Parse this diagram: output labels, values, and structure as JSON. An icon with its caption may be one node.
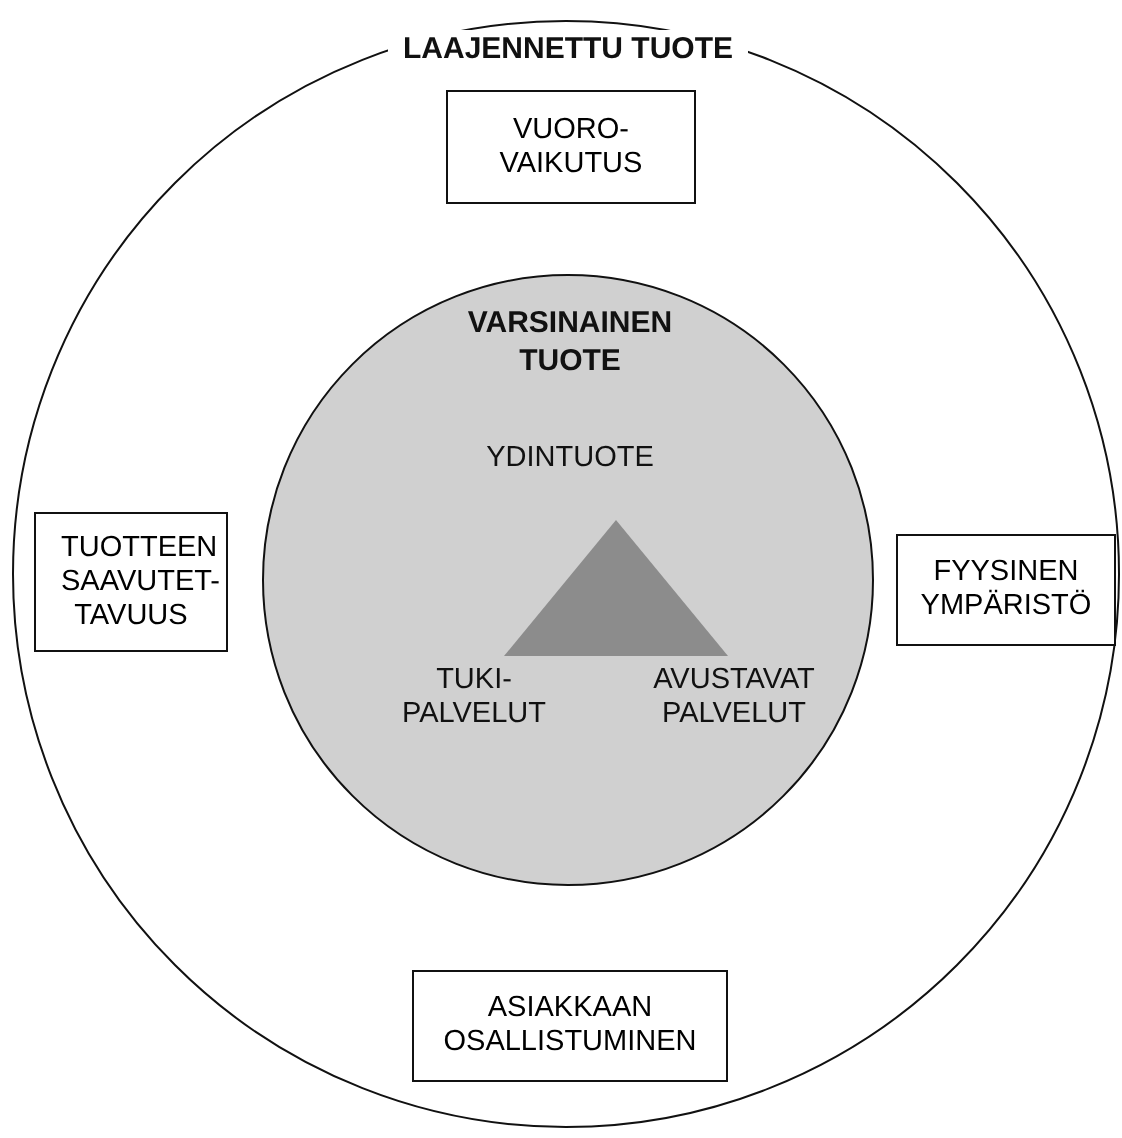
{
  "diagram": {
    "nodes": [
      {
        "text": [
          "LAAJENNETTU TUOTE"
        ]
      },
      {
        "text": [
          "VARSINAINEN TUOTE"
        ],
        "in": 0
      },
      {
        "text": [
          "VUORO- VAIKUTUS"
        ],
        "in": 0
      },
      {
        "text": [
          "TUOTTEEN SAAVUTET- TAVUUS"
        ],
        "in": 0
      },
      {
        "text": [
          "FYYSINEN YMPÄRISTÖ"
        ],
        "in": 0
      },
      {
        "text": [
          "ASIAKKAAN OSALLISTUMINEN"
        ],
        "in": 0
      },
      {
        "text": [],
        "shape": "triangle",
        "in": 1
      }
    ],
    "labels": [
      "YDINTUOTE",
      "TUKI- PALVELUT",
      "AVUSTAVAT PALVELUT"
    ]
  }
}
